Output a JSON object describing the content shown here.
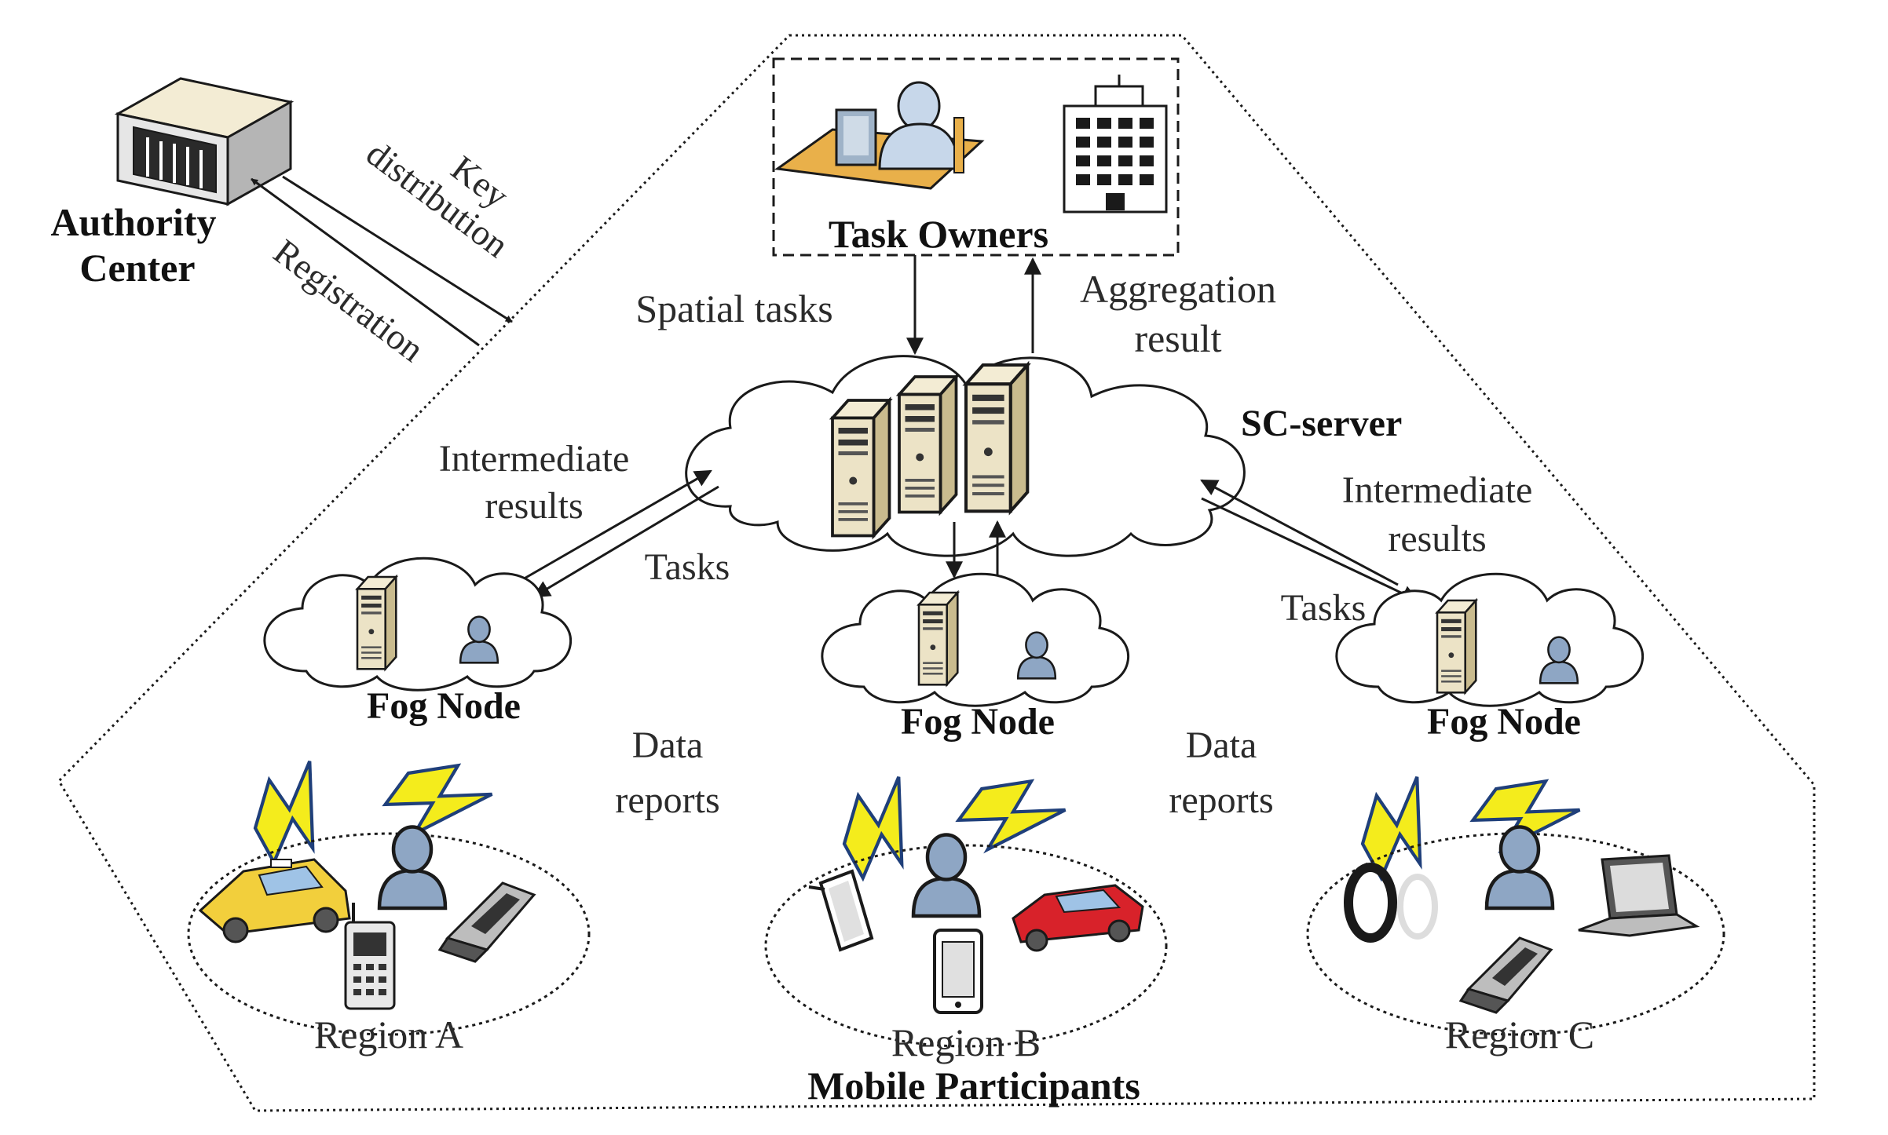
{
  "labels": {
    "authority_line1": "Authority",
    "authority_line2": "Center",
    "key": "Key",
    "distribution": "distribution",
    "registration": "Registration",
    "task_owners": "Task Owners",
    "spatial_tasks": "Spatial tasks",
    "aggregation": "Aggregation",
    "result": "result",
    "sc_server": "SC-server",
    "intermediate_left_1": "Intermediate",
    "intermediate_left_2": "results",
    "intermediate_right_1": "Intermediate",
    "intermediate_right_2": "results",
    "tasks_left": "Tasks",
    "tasks_right": "Tasks",
    "fog_node_a": "Fog Node",
    "fog_node_b": "Fog Node",
    "fog_node_c": "Fog Node",
    "data_reports_1_l1": "Data",
    "data_reports_1_l2": "reports",
    "data_reports_2_l1": "Data",
    "data_reports_2_l2": "reports",
    "region_a": "Region A",
    "region_b": "Region B",
    "region_c": "Region C",
    "mobile_participants": "Mobile Participants"
  },
  "colors": {
    "server_fill": "#ece3c6",
    "server_side": "#c9bb8e",
    "person_fill": "#8ea6c4",
    "lightning": "#f4ec1c",
    "lightning_edge": "#1f3f7a",
    "taxi": "#f2cf3c",
    "red_car": "#d8222a",
    "desk": "#e9b04a",
    "stroke": "#1a1a1a"
  }
}
